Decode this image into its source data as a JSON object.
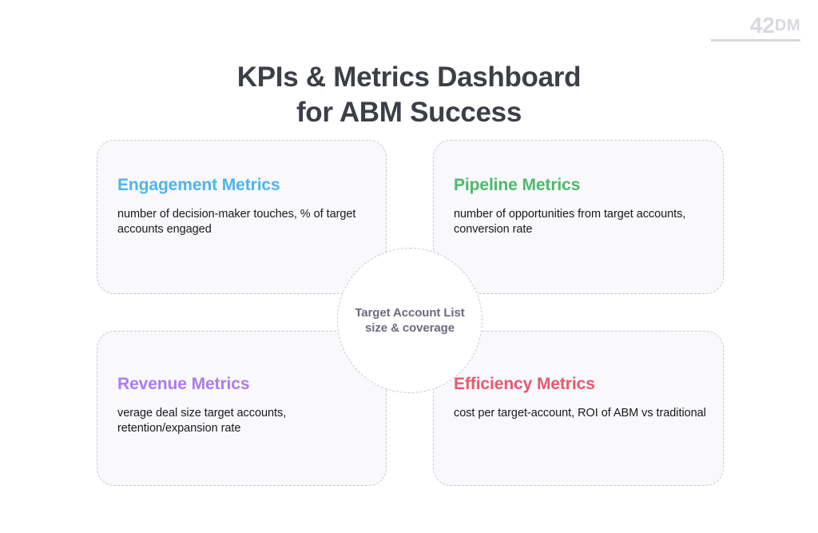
{
  "brand": {
    "logo_main": "42",
    "logo_suffix": "DM",
    "logo_name": "42DM"
  },
  "header": {
    "title_line_1": "KPIs & Metrics Dashboard",
    "title_line_2": "for ABM Success",
    "title_color": "#3c3f46"
  },
  "center": {
    "label": "Target Account List size & coverage",
    "text_color": "#6b6b80",
    "border_color": "#c7c9d2"
  },
  "cards": [
    {
      "id": "engagement",
      "title": "Engagement Metrics",
      "description": "number of decision-maker touches, % of target accounts engaged",
      "accent": "#4fb4ec",
      "position": "top-left"
    },
    {
      "id": "pipeline",
      "title": "Pipeline Metrics",
      "description": "number of opportunities from target accounts, conversion rate",
      "accent": "#4cb96b",
      "position": "top-right"
    },
    {
      "id": "revenue",
      "title": "Revenue Metrics",
      "description": "verage deal size target accounts, retention/expansion rate",
      "accent": "#aa7cf1",
      "position": "bottom-left"
    },
    {
      "id": "efficiency",
      "title": "Efficiency Metrics",
      "description": "cost per target-account, ROI of ABM vs traditional",
      "accent": "#e9576e",
      "position": "bottom-right"
    }
  ],
  "theme": {
    "page_background": "#ffffff",
    "card_background": "#f9f9fb",
    "card_border": "#c7c9d2",
    "body_text": "#18181b",
    "logo_color": "#d7d9dd"
  }
}
